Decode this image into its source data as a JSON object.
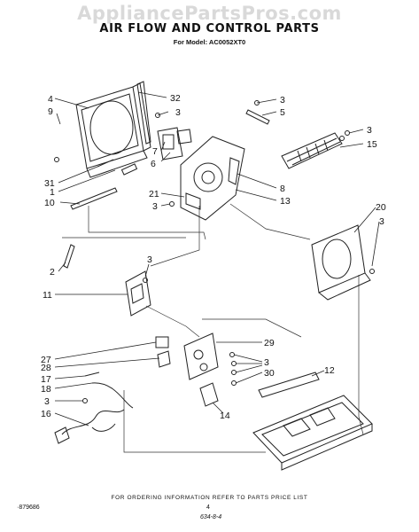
{
  "watermark": "AppliancePartsPros.com",
  "title": "AIR FLOW AND CONTROL PARTS",
  "subtitle": "For Model: AC0052XT0",
  "footer": "FOR ORDERING INFORMATION REFER TO PARTS PRICE LIST",
  "page_number": "4",
  "doc_number": "·879686",
  "revision": "634-8-4",
  "callouts": {
    "c4": "4",
    "c32": "32",
    "c3a": "3",
    "c9": "9",
    "c7": "7",
    "c6": "6",
    "c31": "31",
    "c1": "1",
    "c10": "10",
    "c21": "21",
    "c3b": "3",
    "c3c": "3",
    "c5": "5",
    "c3d": "3",
    "c15": "15",
    "c8": "8",
    "c13": "13",
    "c20": "20",
    "c3e": "3",
    "c2": "2",
    "c3f": "3",
    "c11": "11",
    "c27": "27",
    "c28": "28",
    "c17": "17",
    "c18": "18",
    "c3g": "3",
    "c16": "16",
    "c29": "29",
    "c3h": "3",
    "c30": "30",
    "c12": "12",
    "c14": "14"
  }
}
